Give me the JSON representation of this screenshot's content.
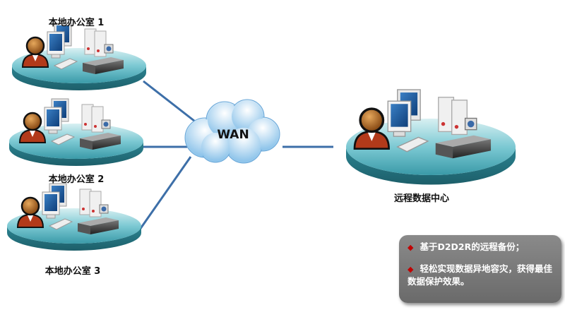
{
  "network": {
    "wan_label": "WAN",
    "offices": [
      {
        "label": "本地办公室 1"
      },
      {
        "label": "本地办公室 2"
      },
      {
        "label": "本地办公室 3"
      }
    ],
    "datacenter": {
      "label": "远程数据中心"
    }
  },
  "note": {
    "bullets": [
      "基于D2D2R的远程备份；",
      "轻松实现数据异地容灾，获得最佳数据保护效果。"
    ]
  },
  "colors": {
    "link": "#3d6fa8",
    "platform": "#3fa6b5",
    "bullet": "#c00000",
    "note_bg": "#777777"
  }
}
